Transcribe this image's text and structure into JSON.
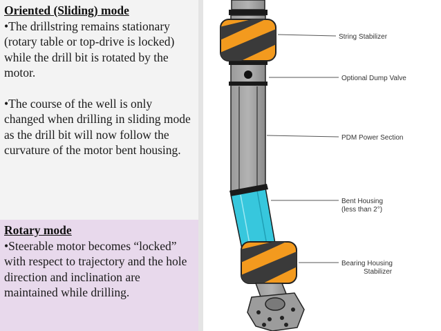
{
  "sliding": {
    "title": "Oriented (Sliding) mode",
    "bullet1": "•The drillstring remains stationary (rotary table or top-drive is locked) while the drill bit is rotated by the motor.",
    "bullet2": "•The course of the well is only changed when drilling in sliding mode as the drill bit will now follow the curvature of the motor bent housing."
  },
  "rotary": {
    "title": "Rotary mode",
    "bullet1": "•Steerable motor becomes “locked” with respect to trajectory and the hole direction and inclination are maintained while drilling."
  },
  "diagram": {
    "labels": {
      "string_stabilizer": "String Stabilizer",
      "dump_valve": "Optional Dump Valve",
      "power_section": "PDM Power Section",
      "bent_housing_line1": "Bent Housing",
      "bent_housing_line2": "(less than 2°)",
      "bearing_line1": "Bearing Housing",
      "bearing_line2": "Stabilizer"
    },
    "colors": {
      "stabilizer_orange": "#f39a1e",
      "stabilizer_dark": "#3a3a3a",
      "bent_housing_cyan": "#37c7dd",
      "pipe_gray": "#8c8c8c"
    }
  }
}
